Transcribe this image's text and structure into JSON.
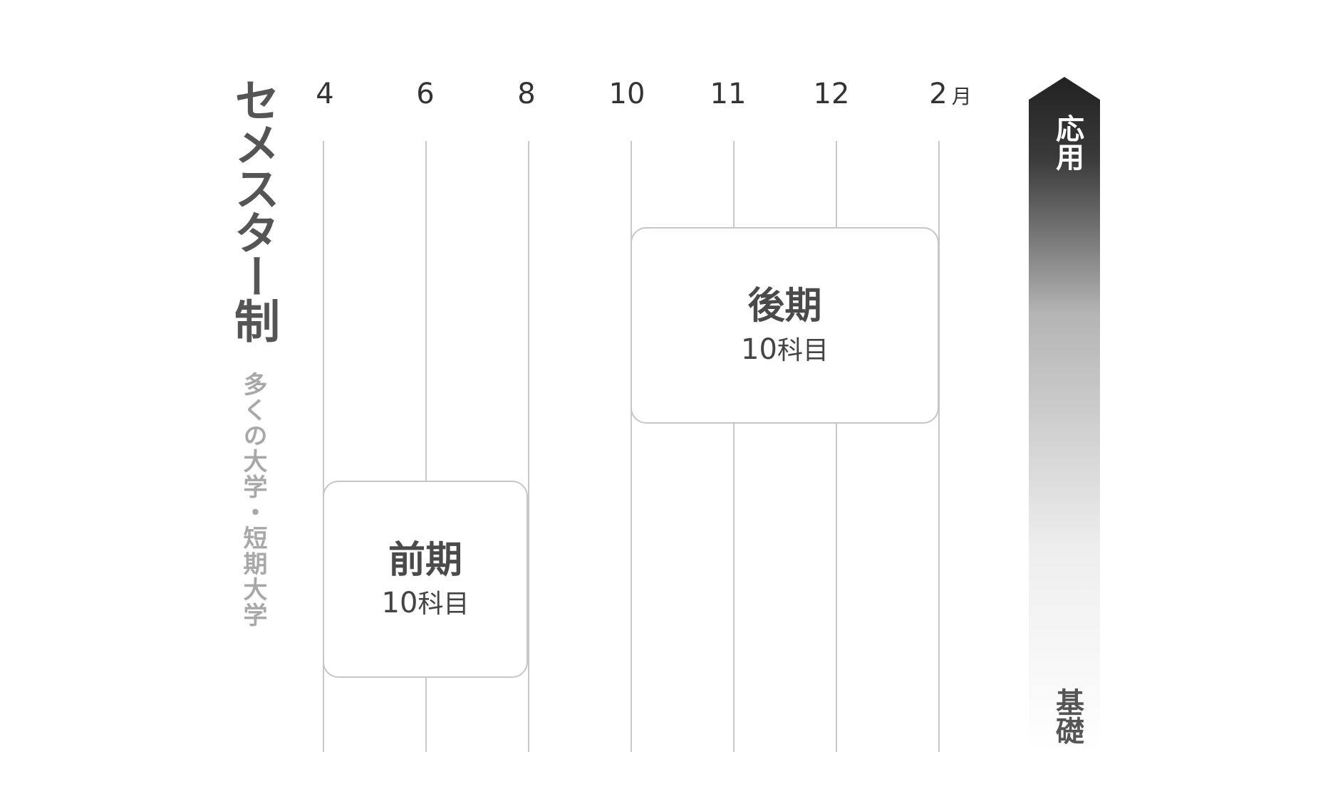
{
  "title": "セメスター制",
  "subtitle": "多くの大学・短期大学",
  "months": [
    "4",
    "6",
    "8",
    "10",
    "11",
    "12",
    "2"
  ],
  "month_unit": "月",
  "semesters": [
    {
      "name": "前期",
      "count_number": "10",
      "count_unit": "科目"
    },
    {
      "name": "後期",
      "count_number": "10",
      "count_unit": "科目"
    }
  ],
  "arrow": {
    "top_label": "応用",
    "bottom_label": "基礎",
    "top_color": "#222222",
    "bottom_color": "#ffffff"
  }
}
